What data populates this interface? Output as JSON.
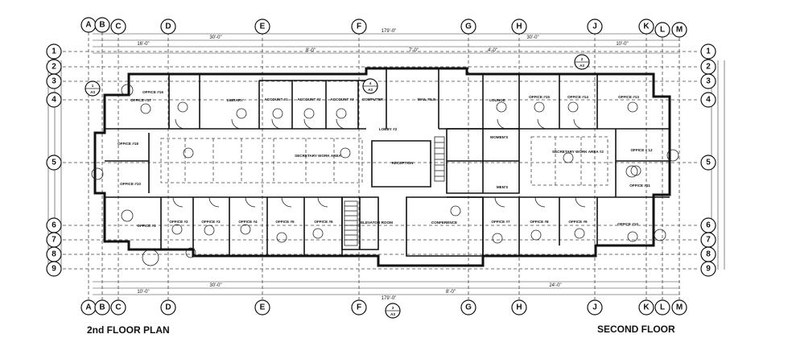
{
  "captions": {
    "left": "2nd FLOOR PLAN",
    "right": "SECOND FLOOR"
  },
  "column_grid": [
    "A",
    "B",
    "C",
    "D",
    "E",
    "F",
    "G",
    "H",
    "J",
    "K",
    "L",
    "M"
  ],
  "row_grid": [
    "1",
    "2",
    "3",
    "4",
    "5",
    "6",
    "7",
    "8",
    "9"
  ],
  "dimensions": {
    "overall": "179'-0\"",
    "bay_a": "30'-0\"",
    "bay_b": "24'-0\"",
    "bay_c": "16'-0\"",
    "bay_d": "10'-0\"",
    "bay_e": "8'-0\"",
    "bay_f": "7'-0\"",
    "bay_g": "4'-0\""
  },
  "rooms": {
    "office_16": "OFFICE #16",
    "office_17": "OFFICE #17",
    "library": "LIBRARY",
    "account_1": "ACCOUNT #1",
    "account_2": "ACCOUNT #2",
    "account_3": "ACCOUNT #3",
    "computer": "COMPUTER",
    "mail_file": "MAIL FILE",
    "lounge": "LOUNGE",
    "office_15": "OFFICE #15",
    "office_14": "OFFICE #14",
    "office_13": "OFFICE #13",
    "office_18": "OFFICE #18",
    "office_10": "OFFICE #10",
    "secretary_1": "SECRETARY WORK AREA",
    "reception": "RECEPTION",
    "secretary_2": "SECRETARY WORK AREA #2",
    "office_12": "OFFICE # 12",
    "office_11": "OFFICE #11",
    "office_1": "OFFICE #1",
    "office_2": "OFFICE #2",
    "office_3": "OFFICE #3",
    "office_4": "OFFICE #4",
    "office_5": "OFFICE #5",
    "office_6": "OFFICE #6",
    "elevator": "ELEVATOR ROOM",
    "conference": "CONFERENCE",
    "office_7": "OFFICE #7",
    "office_8": "OFFICE #8",
    "office_9": "OFFICE #9",
    "office_10b": "OFFICE #10",
    "womens": "WOMEN'S",
    "mens": "MEN'S",
    "lobby": "LOBBY #2"
  },
  "section_marks": {
    "a1": "1",
    "a1_sheet": "A3",
    "a2": "2",
    "a2_sheet": "A3",
    "a3": "3",
    "a3_sheet": "A3",
    "a4": "4",
    "a4_sheet": "A3"
  },
  "colors": {
    "ink": "#111111",
    "paper": "#ffffff"
  }
}
